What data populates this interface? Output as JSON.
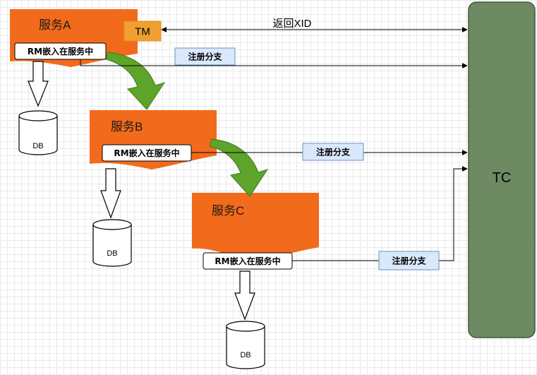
{
  "services": [
    {
      "title": "服务A",
      "rm_label": "RM嵌入在服务中",
      "db_label": "DB"
    },
    {
      "title": "服务B",
      "rm_label": "RM嵌入在服务中",
      "db_label": "DB"
    },
    {
      "title": "服务C",
      "rm_label": "RM嵌入在服务中",
      "db_label": "DB"
    }
  ],
  "tm_label": "TM",
  "tc_label": "TC",
  "return_xid_label": "返回XID",
  "register_branch_labels": [
    "注册分支",
    "注册分支",
    "注册分支"
  ],
  "colors": {
    "service_fill": "#f26a1b",
    "tm_fill": "#f0a030",
    "tc_fill": "#6d8a62",
    "tc_stroke": "#3f5a38",
    "flow_arrow": "#5ea32a",
    "label_fill": "#dae8fc",
    "label_stroke": "#6c8ebf"
  }
}
